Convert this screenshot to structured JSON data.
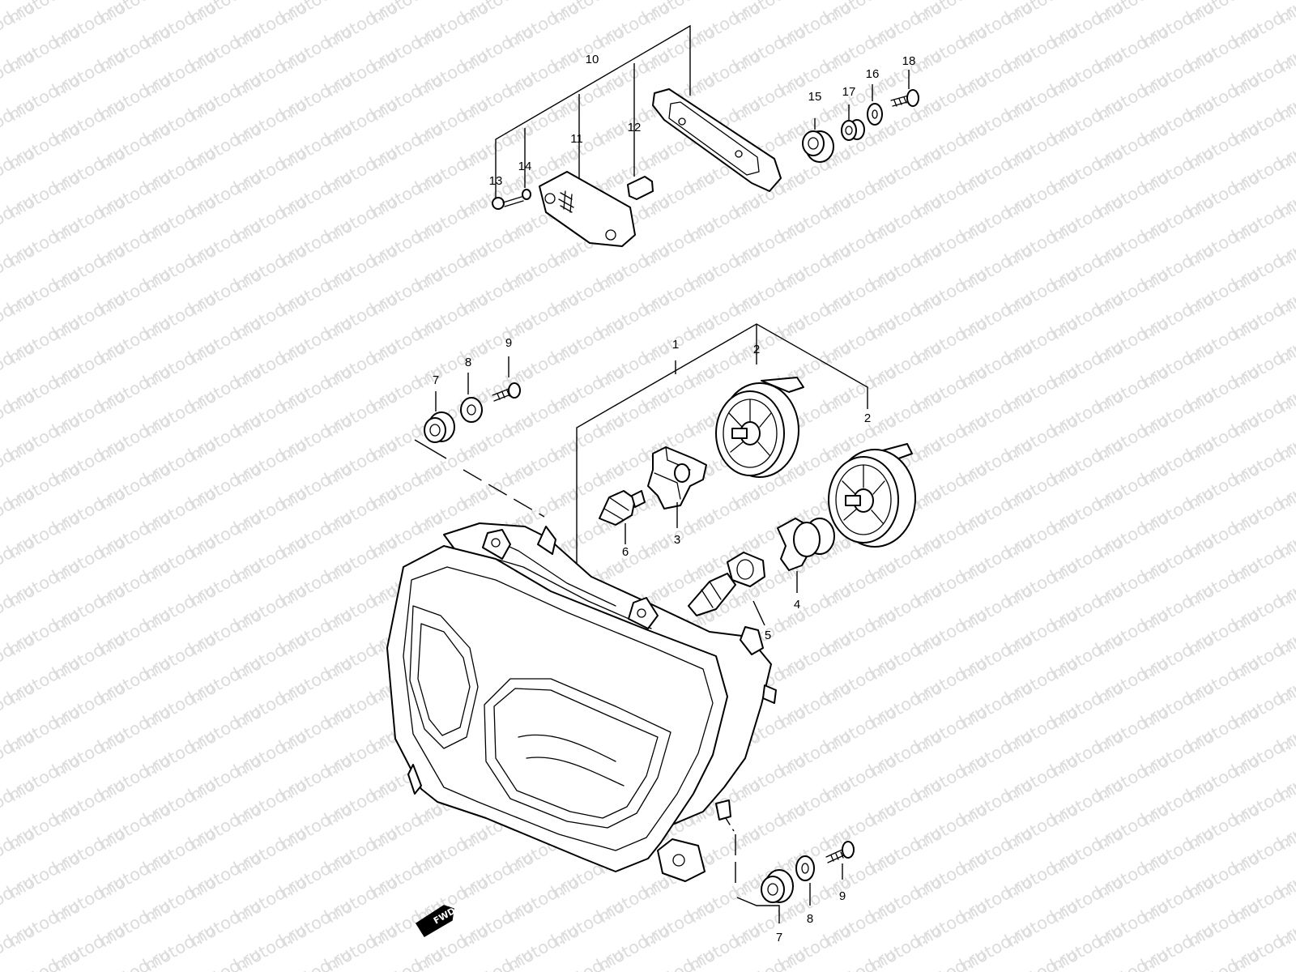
{
  "watermark": {
    "text": "motod.ru",
    "color": "#dcdcdc"
  },
  "fwd_badge": {
    "label": "FWD"
  },
  "callouts": {
    "c1": "1",
    "c2a": "2",
    "c2b": "2",
    "c3": "3",
    "c4": "4",
    "c5": "5",
    "c6": "6",
    "c7a": "7",
    "c7b": "7",
    "c8a": "8",
    "c8b": "8",
    "c9a": "9",
    "c9b": "9",
    "c10": "10",
    "c11": "11",
    "c12": "12",
    "c13": "13",
    "c14": "14",
    "c15": "15",
    "c16": "16",
    "c17": "17",
    "c18": "18"
  }
}
